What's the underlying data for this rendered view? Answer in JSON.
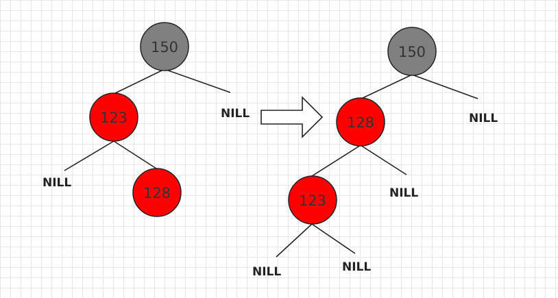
{
  "colors": {
    "black_node": "#808080",
    "red_node": "#ff0000",
    "edge": "#222222",
    "arrow_fill": "#ffffff"
  },
  "before": {
    "root": "150",
    "root_left": "123",
    "root_right": "NILL",
    "left_left": "NILL",
    "left_right": "128"
  },
  "after": {
    "root": "150",
    "root_left": "128",
    "root_right": "NILL",
    "left_left": "123",
    "left_right": "NILL",
    "ll_left": "NILL",
    "ll_right": "NILL"
  }
}
